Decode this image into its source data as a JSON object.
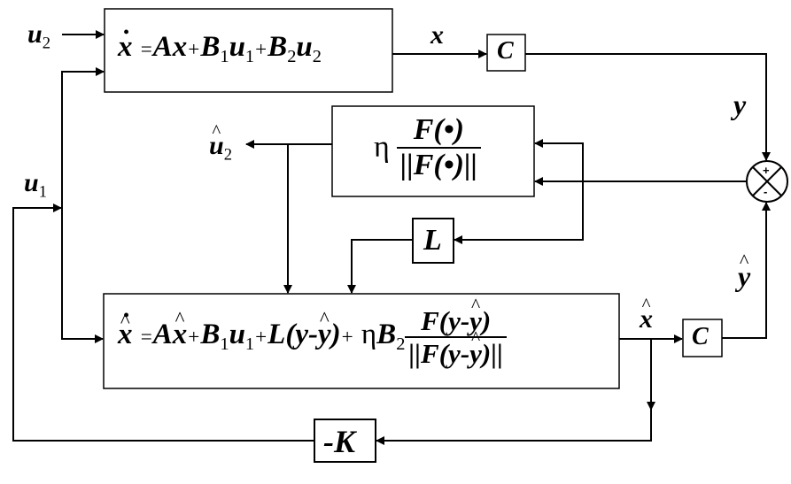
{
  "diagram": {
    "title": "Observer-based sliding mode control block diagram",
    "blocks": {
      "plant": {
        "lhs": "x",
        "eq": "=",
        "t1": "Ax",
        "plus1": "+",
        "t2": "B",
        "t2sub": "1",
        "t2b": "u",
        "t2bsub": "1",
        "plus2": "+",
        "t3": "B",
        "t3sub": "2",
        "t3b": "u",
        "t3bsub": "2"
      },
      "output_c_top": {
        "label": "C"
      },
      "output_c_bottom": {
        "label": "C"
      },
      "nonlinear": {
        "eta": "η",
        "numerator": "F(•)",
        "denominator": "||F(•)||"
      },
      "gain_l": {
        "label": "L"
      },
      "gain_k": {
        "label": "-K"
      },
      "observer": {
        "lhs": "x",
        "eq": "=",
        "t1a": "A",
        "t1b": "x",
        "plus1": "+",
        "t2": "B",
        "t2sub": "1",
        "t2b": "u",
        "t2bsub": "1",
        "plus2": "+",
        "t3a": "L(y-",
        "t3b": "y",
        "t3c": ")",
        "plus3": "+",
        "eta": "η",
        "t4": "B",
        "t4sub": "2",
        "frac_num_a": "F(y-",
        "frac_num_b": "y",
        "frac_num_c": ")",
        "frac_den_a": "||F(y-",
        "frac_den_b": "y",
        "frac_den_c": ")||"
      },
      "summing_junction": {
        "plus": "+",
        "minus": "-"
      }
    },
    "signals": {
      "u2": {
        "base": "u",
        "sub": "2"
      },
      "u1": {
        "base": "u",
        "sub": "1"
      },
      "x": "x",
      "y": "y",
      "y_hat": "y",
      "x_hat": "x",
      "u2_hat": {
        "base": "u",
        "sub": "2"
      }
    }
  }
}
